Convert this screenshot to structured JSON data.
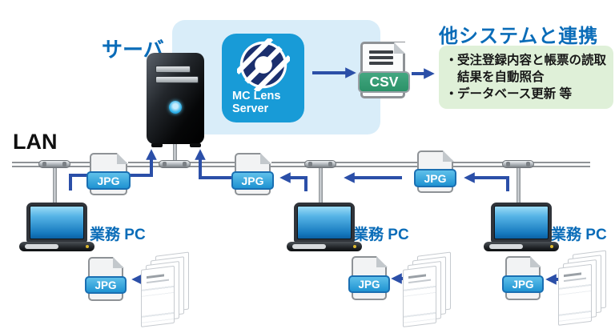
{
  "server": {
    "label": "サーバ"
  },
  "app": {
    "line1": "MC Lens",
    "line2": "Server"
  },
  "files": {
    "jpg": "JPG",
    "csv": "CSV"
  },
  "integration": {
    "title": "他システムと連携",
    "bullets": [
      {
        "marker": "・",
        "text": "受注登録内容と帳票の読取結果を自動照合"
      },
      {
        "marker": "・",
        "text": "データベース更新 等"
      }
    ]
  },
  "lan": {
    "label": "LAN"
  },
  "workstations": [
    {
      "label": "業務 PC"
    },
    {
      "label": "業務 PC"
    },
    {
      "label": "業務 PC"
    }
  ],
  "colors": {
    "accent_blue": "#0a6cb8",
    "arrow_blue": "#2b4fa8",
    "app_blue": "#189bd7",
    "csv_green": "#2f9c74",
    "jpg_blue": "#2f9fd9",
    "panel_blue": "#d9edf9",
    "panel_green": "#dff0d8"
  }
}
